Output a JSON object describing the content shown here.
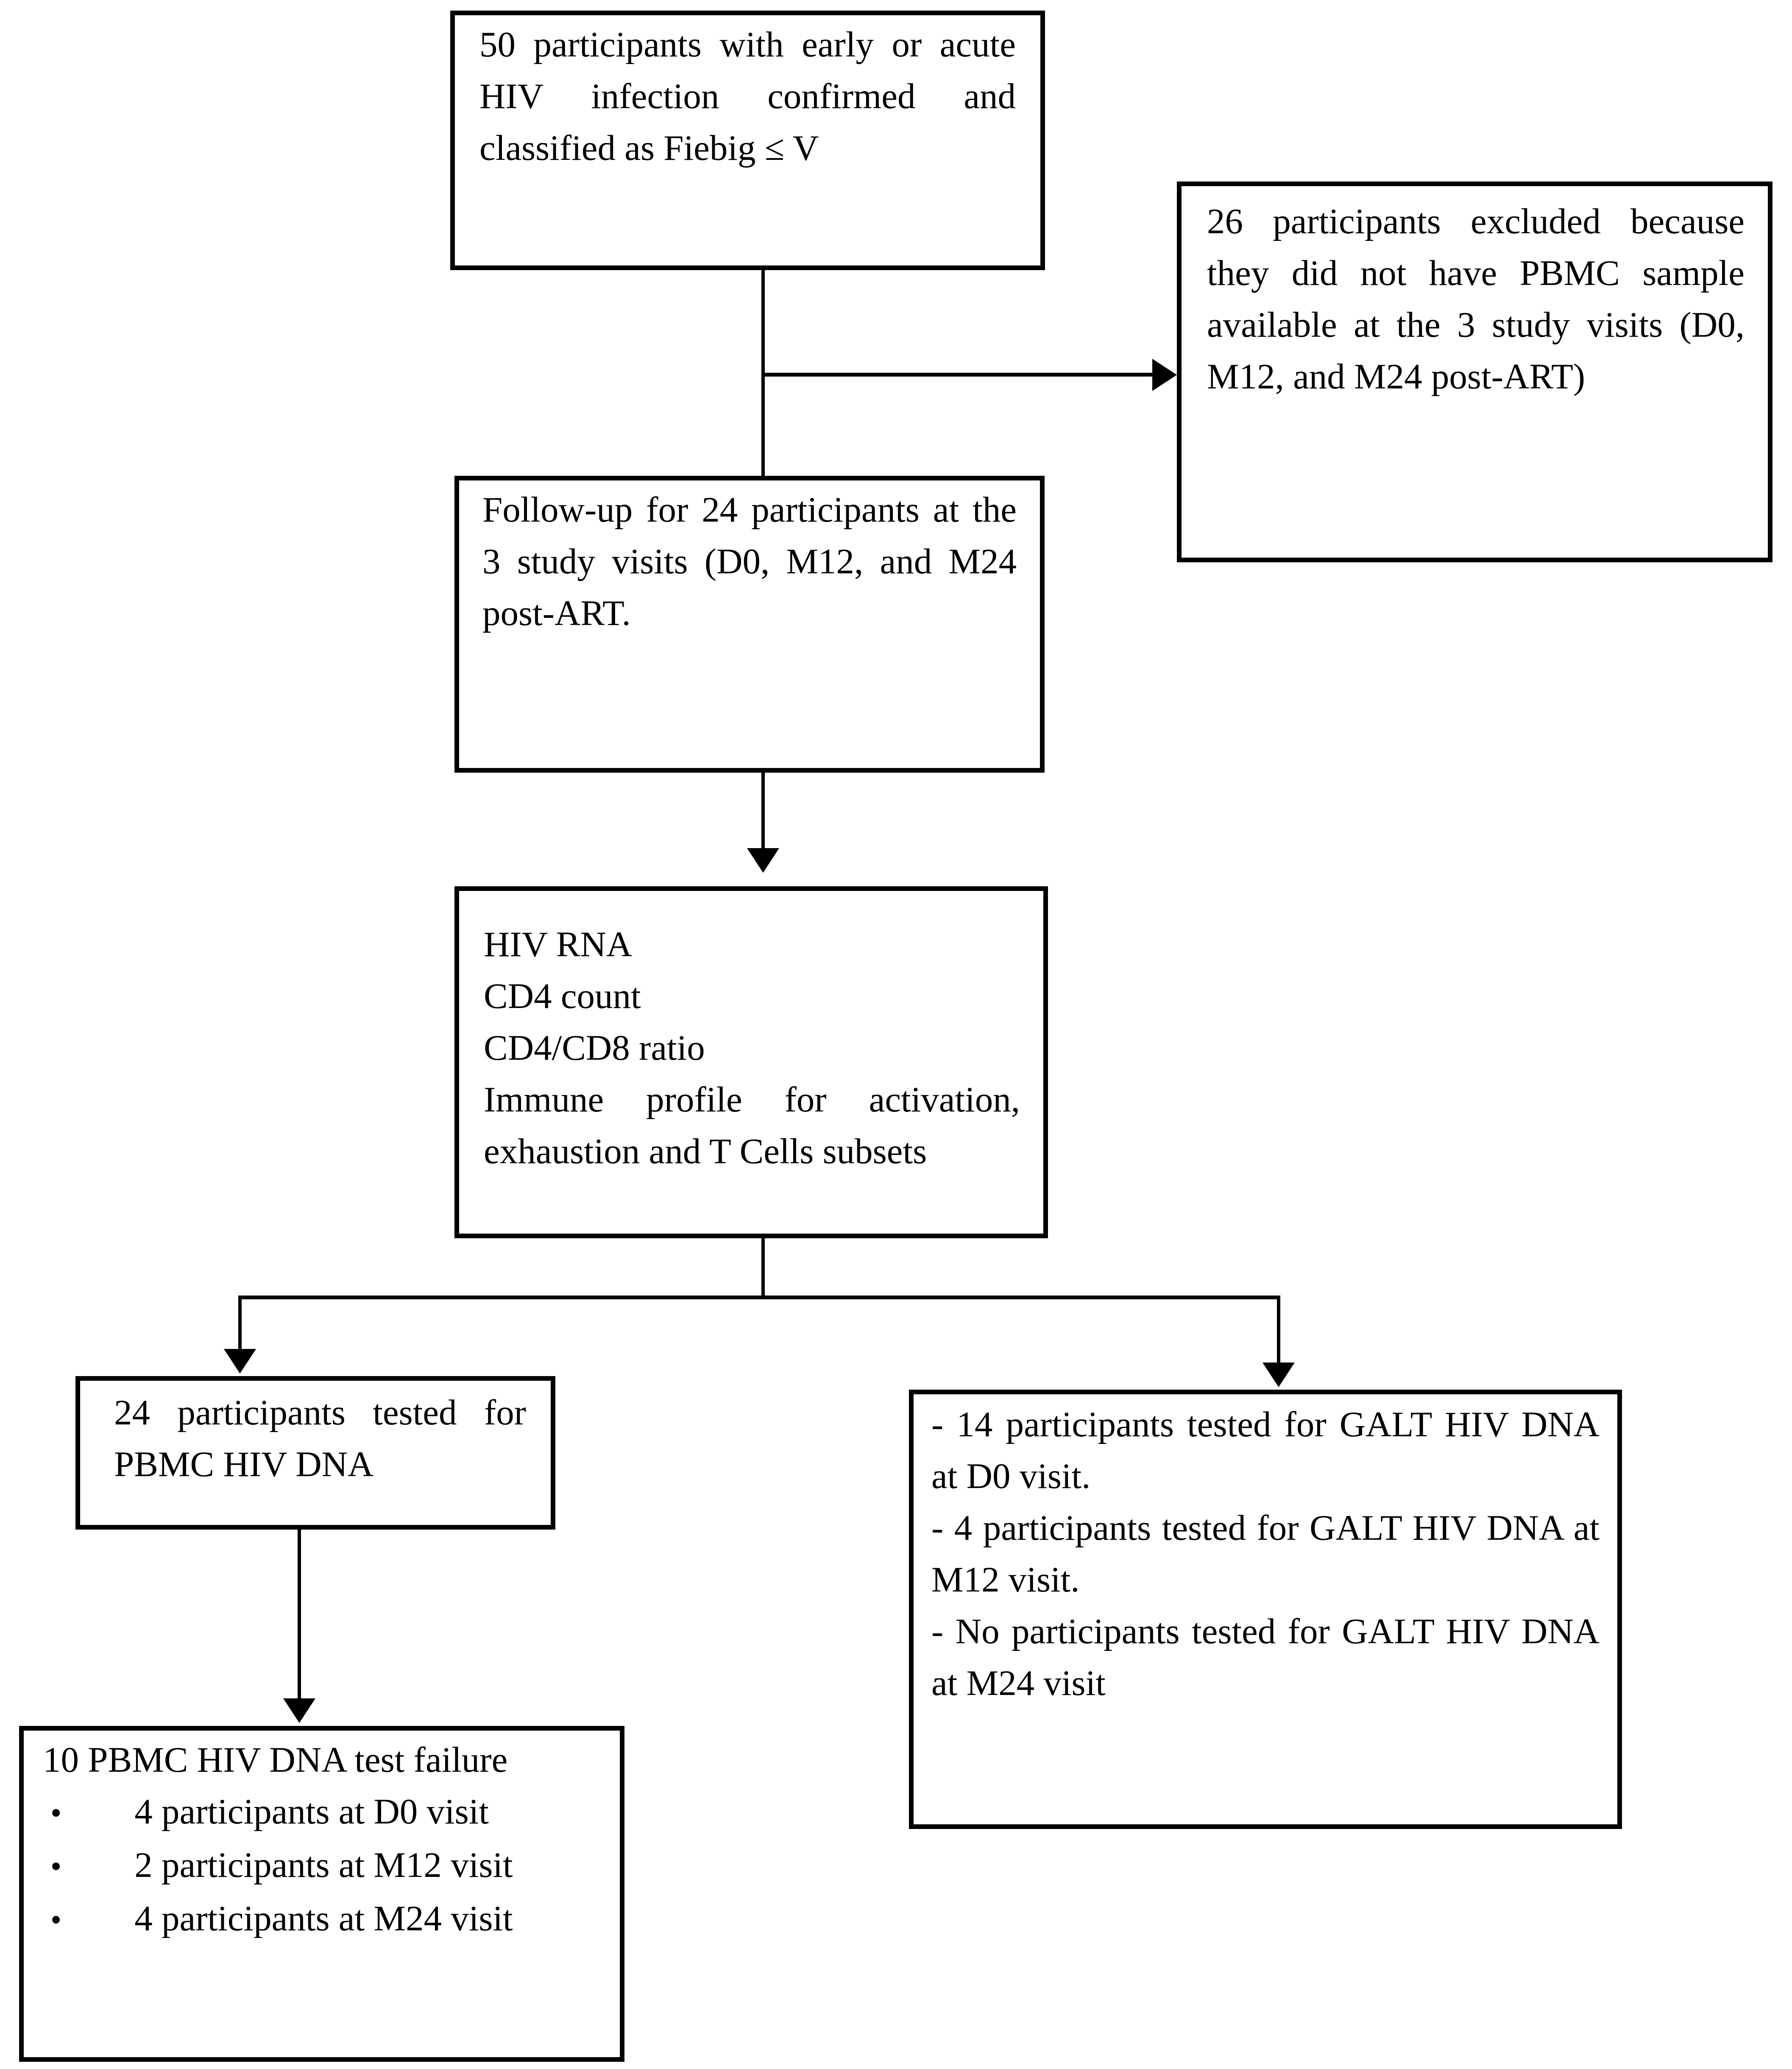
{
  "diagram": {
    "boxes": {
      "enrollment": {
        "text": "50 participants with early or acute HIV infection confirmed and classified as Fiebig ≤ V"
      },
      "excluded": {
        "text": "26 participants excluded because they did not have PBMC sample available at the 3 study visits (D0, M12, and M24 post-ART)"
      },
      "followup": {
        "text": "Follow-up for 24 participants at the 3 study visits (D0, M12, and M24 post-ART."
      },
      "assessments": {
        "lines": [
          "HIV RNA",
          "CD4 count",
          "CD4/CD8 ratio",
          "Immune profile for activation, exhaustion and T Cells subsets"
        ]
      },
      "pbmc_tested": {
        "text": "24 participants tested for PBMC HIV DNA"
      },
      "galt_tested": {
        "items": [
          "- 14 participants tested for GALT HIV DNA at D0 visit.",
          "- 4 participants tested for GALT HIV DNA at M12 visit.",
          "- No participants tested for GALT HIV DNA at M24 visit"
        ]
      },
      "pbmc_failure": {
        "title": "10 PBMC HIV DNA test failure",
        "bullet_char": "•",
        "items": [
          "4 participants at D0 visit",
          "2 participants at M12 visit",
          "4 participants at M24 visit"
        ]
      }
    }
  }
}
